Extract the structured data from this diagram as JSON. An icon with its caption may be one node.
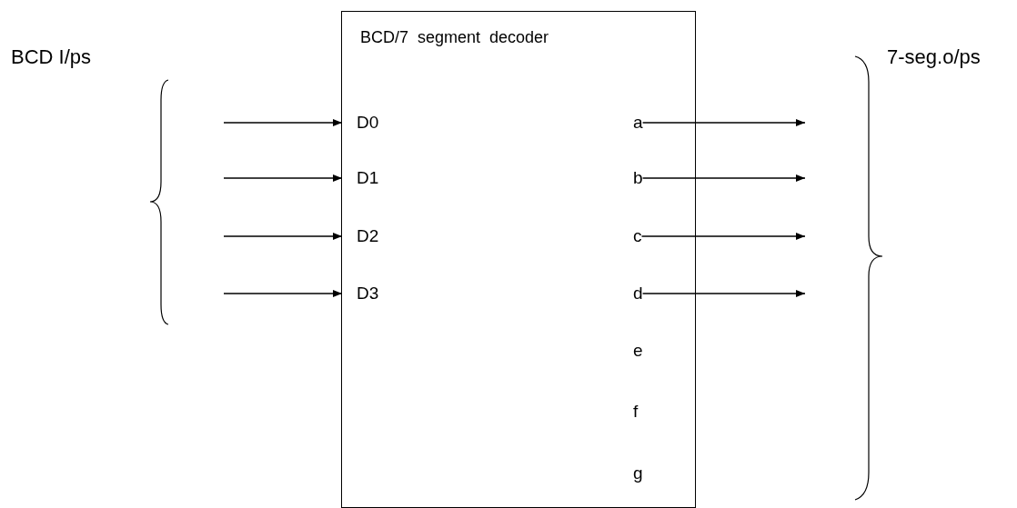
{
  "diagram": {
    "nodes": [
      {
        "text": [
          "BCD/7 segment decoder"
        ]
      },
      {
        "text": [
          "D0"
        ],
        "in": 0
      },
      {
        "text": [
          "D1"
        ],
        "in": 0
      },
      {
        "text": [
          "D2"
        ],
        "in": 0
      },
      {
        "text": [
          "D3"
        ],
        "in": 0
      },
      {
        "text": [
          "a"
        ],
        "in": 0
      },
      {
        "text": [
          "b"
        ],
        "in": 0
      },
      {
        "text": [
          "c"
        ],
        "in": 0
      },
      {
        "text": [
          "d"
        ],
        "in": 0
      },
      {
        "text": [
          "e"
        ],
        "in": 0
      },
      {
        "text": [
          "f"
        ],
        "in": 0
      },
      {
        "text": [
          "g"
        ],
        "in": 0
      }
    ],
    "edges": [
      {
        "from": null,
        "to": 1,
        "arrow": "to"
      },
      {
        "from": null,
        "to": 2,
        "arrow": "to"
      },
      {
        "from": null,
        "to": 3,
        "arrow": "to"
      },
      {
        "from": null,
        "to": 4,
        "arrow": "to"
      },
      {
        "from": 5,
        "to": null,
        "arrow": "to"
      },
      {
        "from": 6,
        "to": null,
        "arrow": "to"
      },
      {
        "from": 7,
        "to": null,
        "arrow": "to"
      },
      {
        "from": 8,
        "to": null,
        "arrow": "to"
      }
    ],
    "labels": [
      "BCD I/ps",
      "7-seg.o/ps"
    ]
  }
}
